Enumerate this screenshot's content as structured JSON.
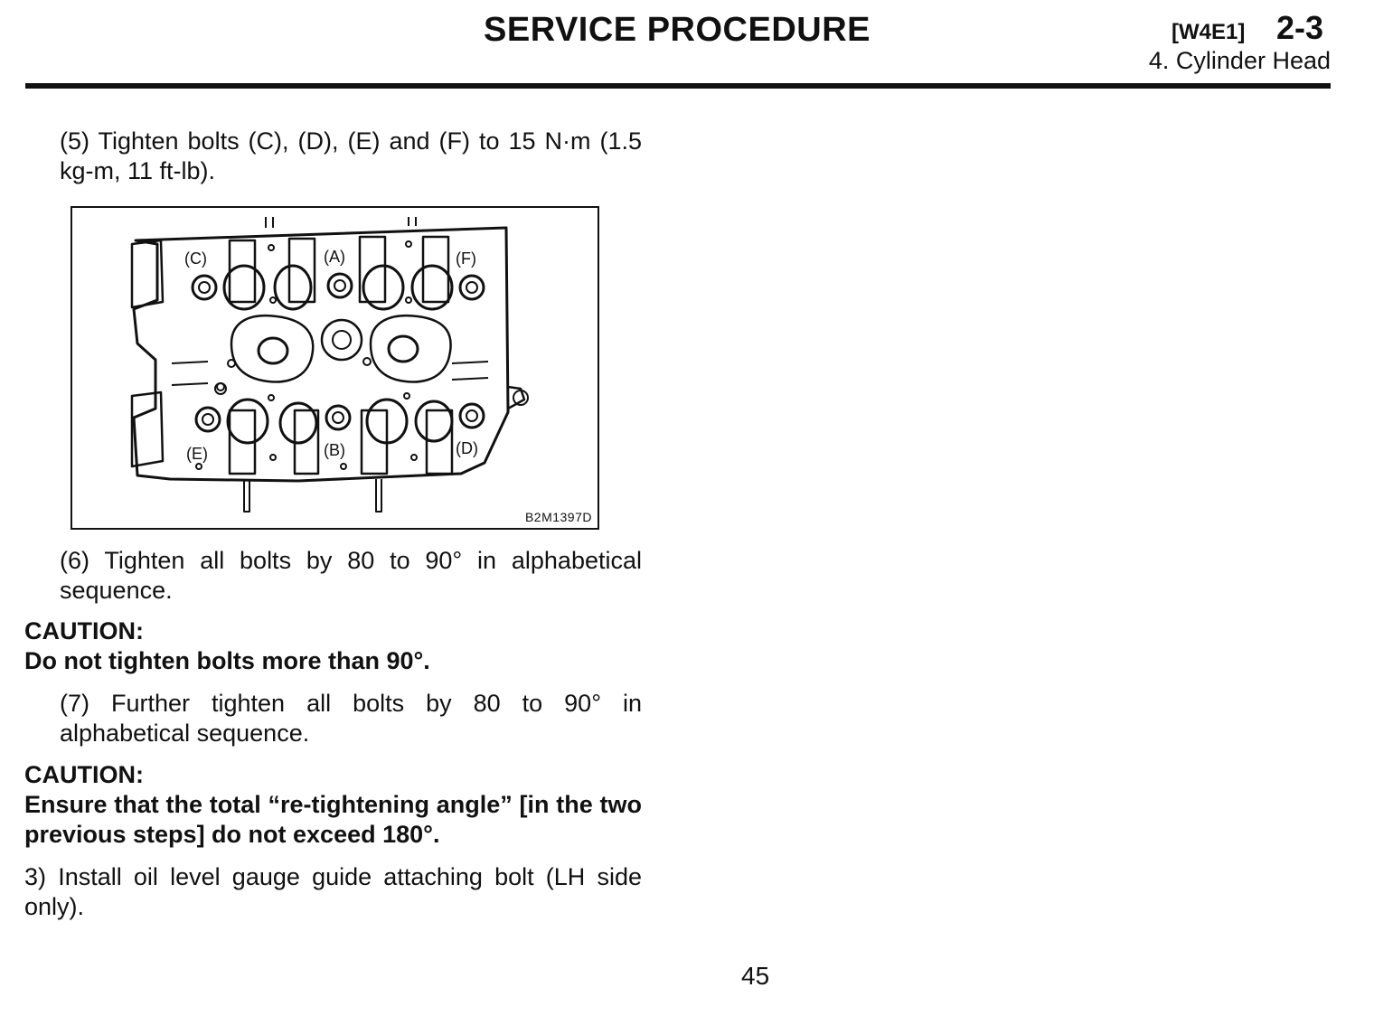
{
  "header": {
    "title": "SERVICE PROCEDURE",
    "code": "[W4E1]",
    "chapter": "2-3",
    "section": "4. Cylinder Head"
  },
  "steps": {
    "step5": "(5)  Tighten bolts (C), (D), (E) and (F) to 15 N·m (1.5 kg-m, 11 ft-lb).",
    "step6": "(6)  Tighten all bolts by 80 to 90° in alphabetical sequence.",
    "step7": "(7)  Further tighten all bolts by 80 to 90° in alphabetical sequence.",
    "step3": "3)  Install oil level gauge guide attaching bolt (LH side only)."
  },
  "cautions": [
    {
      "heading": "CAUTION:",
      "text": "Do not tighten bolts more than 90°."
    },
    {
      "heading": "CAUTION:",
      "text": "Ensure that the total “re-tightening angle” [in the two previous steps] do not exceed 180°."
    }
  ],
  "figure": {
    "code": "B2M1397D",
    "bolt_labels": {
      "A": "(A)",
      "B": "(B)",
      "C": "(C)",
      "D": "(D)",
      "E": "(E)",
      "F": "(F)"
    }
  },
  "page_number": "45"
}
